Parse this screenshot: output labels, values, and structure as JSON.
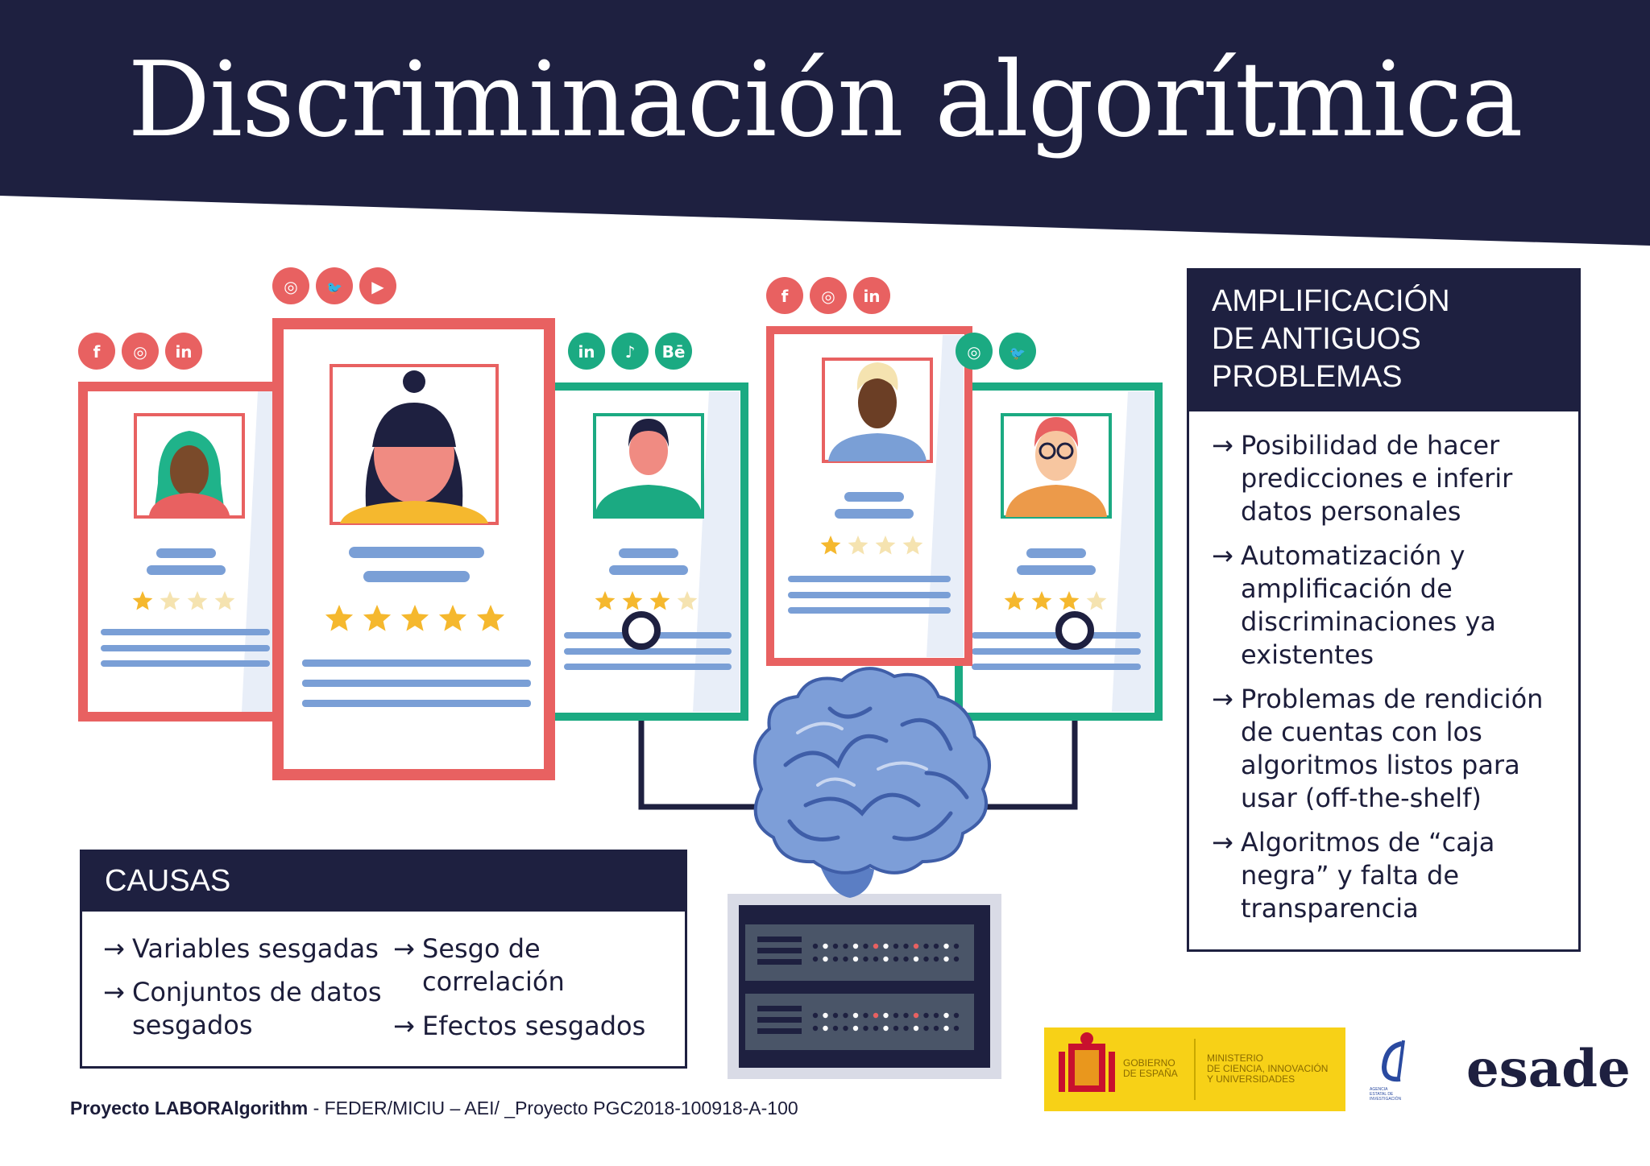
{
  "title": "Discriminación algorítmica",
  "colors": {
    "navy": "#1e2040",
    "red": "#e86161",
    "green": "#1baa82",
    "blue": "#7a9fd6",
    "star": "#f5b82e",
    "star_faint": "#f5e3b0",
    "brain": "#7d9ed8",
    "yellow": "#f7d117"
  },
  "amplificacion": {
    "heading": [
      "AMPLIFICACIÓN",
      "DE ANTIGUOS",
      "PROBLEMAS"
    ],
    "arrow": "→",
    "items": [
      [
        "Posibilidad de hacer",
        "predicciones e inferir",
        "datos personales"
      ],
      [
        "Automatización y",
        "amplificación de",
        "discriminaciones ya",
        "existentes"
      ],
      [
        "Problemas de rendición",
        "de cuentas con los",
        "algoritmos listos para",
        "usar (off-the-shelf)"
      ],
      [
        "Algoritmos de “caja",
        "negra” y falta de",
        "transparencia"
      ]
    ]
  },
  "causas": {
    "heading": "CAUSAS",
    "arrow": "→",
    "col1": [
      [
        "Variables sesgadas"
      ],
      [
        "Conjuntos de datos",
        "sesgados"
      ]
    ],
    "col2": [
      [
        "Sesgo de",
        "correlación"
      ],
      [
        "Efectos sesgados"
      ]
    ]
  },
  "footer": {
    "bold": "Proyecto LABORAlgorithm",
    "rest": " - FEDER/MICIU – AEI/ _Proyecto PGC2018-100918-A-100"
  },
  "logos": {
    "gobierno": [
      "GOBIERNO",
      "DE ESPAÑA"
    ],
    "ministerio": [
      "MINISTERIO",
      "DE CIENCIA, INNOVACIÓN",
      "Y UNIVERSIDADES"
    ],
    "aei": [
      "AGENCIA",
      "ESTATAL DE",
      "INVESTIGACIÓN"
    ],
    "esade": "esade"
  },
  "profiles": [
    {
      "border": "red",
      "social": [
        "facebook-icon",
        "instagram-icon",
        "linkedin-icon"
      ],
      "rating": 1,
      "max": 4
    },
    {
      "border": "red",
      "social": [
        "instagram-icon",
        "twitter-icon",
        "youtube-icon"
      ],
      "rating": 5,
      "max": 5
    },
    {
      "border": "green",
      "social": [
        "linkedin-icon",
        "tiktok-icon",
        "behance-icon"
      ],
      "rating": 3,
      "max": 4
    },
    {
      "border": "red",
      "social": [
        "facebook-icon",
        "instagram-icon",
        "linkedin-icon"
      ],
      "rating": 1,
      "max": 4
    },
    {
      "border": "green",
      "social": [
        "instagram-icon",
        "twitter-icon"
      ],
      "rating": 3,
      "max": 4
    }
  ]
}
